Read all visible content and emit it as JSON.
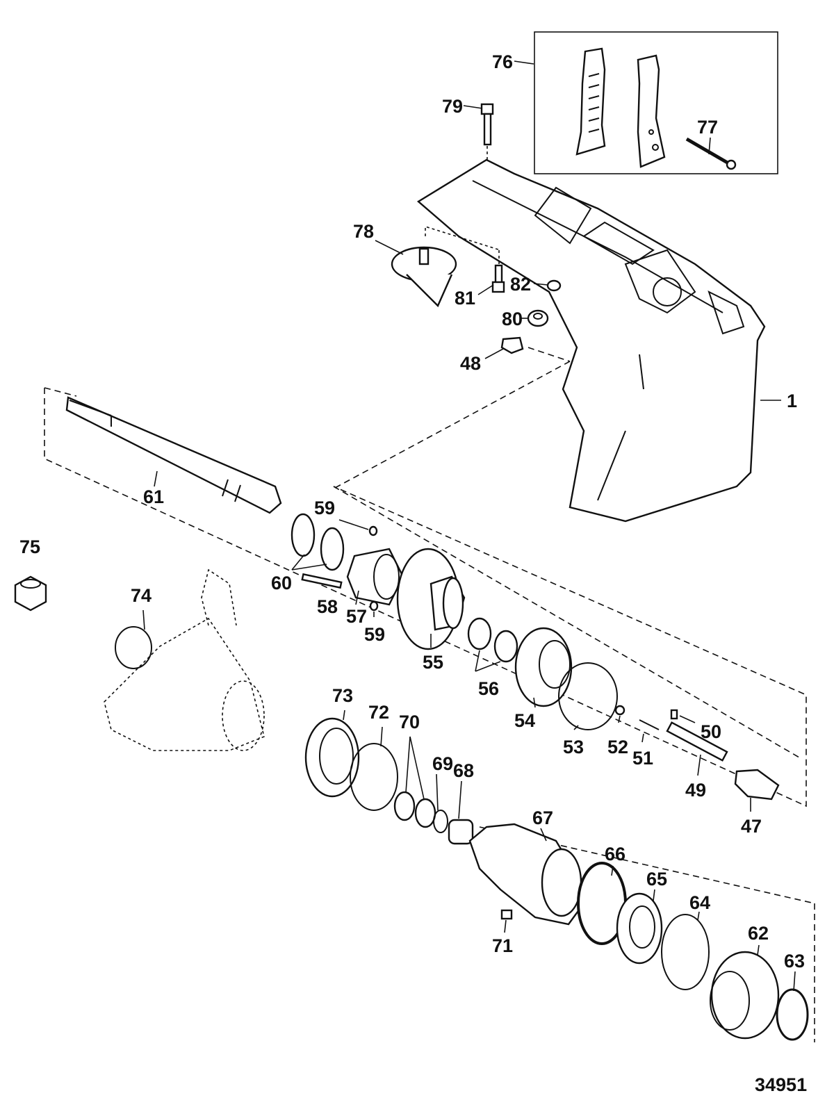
{
  "diagram": {
    "figure_number": "34951",
    "callouts": [
      {
        "id": "c76",
        "text": "76"
      },
      {
        "id": "c79",
        "text": "79"
      },
      {
        "id": "c77",
        "text": "77"
      },
      {
        "id": "c78",
        "text": "78"
      },
      {
        "id": "c81",
        "text": "81"
      },
      {
        "id": "c82",
        "text": "82"
      },
      {
        "id": "c80",
        "text": "80"
      },
      {
        "id": "c48",
        "text": "48"
      },
      {
        "id": "c1",
        "text": "1"
      },
      {
        "id": "c61",
        "text": "61"
      },
      {
        "id": "c59a",
        "text": "59"
      },
      {
        "id": "c75",
        "text": "75"
      },
      {
        "id": "c60",
        "text": "60"
      },
      {
        "id": "c58",
        "text": "58"
      },
      {
        "id": "c57",
        "text": "57"
      },
      {
        "id": "c59b",
        "text": "59"
      },
      {
        "id": "c74",
        "text": "74"
      },
      {
        "id": "c55",
        "text": "55"
      },
      {
        "id": "c56",
        "text": "56"
      },
      {
        "id": "c54",
        "text": "54"
      },
      {
        "id": "c53",
        "text": "53"
      },
      {
        "id": "c52",
        "text": "52"
      },
      {
        "id": "c51",
        "text": "51"
      },
      {
        "id": "c50",
        "text": "50"
      },
      {
        "id": "c49",
        "text": "49"
      },
      {
        "id": "c47",
        "text": "47"
      },
      {
        "id": "c73",
        "text": "73"
      },
      {
        "id": "c72",
        "text": "72"
      },
      {
        "id": "c70",
        "text": "70"
      },
      {
        "id": "c69",
        "text": "69"
      },
      {
        "id": "c68",
        "text": "68"
      },
      {
        "id": "c67",
        "text": "67"
      },
      {
        "id": "c66",
        "text": "66"
      },
      {
        "id": "c65",
        "text": "65"
      },
      {
        "id": "c64",
        "text": "64"
      },
      {
        "id": "c62",
        "text": "62"
      },
      {
        "id": "c63",
        "text": "63"
      },
      {
        "id": "c71",
        "text": "71"
      }
    ]
  }
}
